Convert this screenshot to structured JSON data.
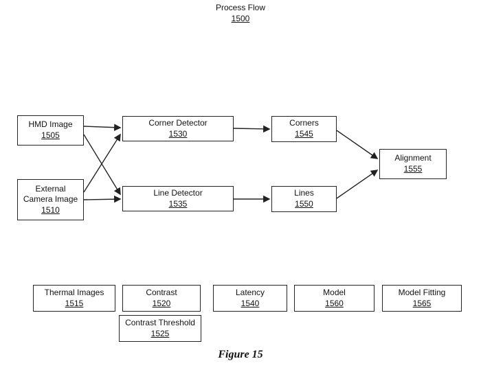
{
  "title": {
    "label": "Process Flow",
    "ref": "1500"
  },
  "nodes": {
    "hmd_image": {
      "label": "HMD Image",
      "ref": "1505"
    },
    "external_camera_image": {
      "label": "External Camera Image",
      "ref": "1510"
    },
    "corner_detector": {
      "label": "Corner Detector",
      "ref": "1530"
    },
    "line_detector": {
      "label": "Line Detector",
      "ref": "1535"
    },
    "corners": {
      "label": "Corners",
      "ref": "1545"
    },
    "lines": {
      "label": "Lines",
      "ref": "1550"
    },
    "alignment": {
      "label": "Alignment",
      "ref": "1555"
    },
    "thermal_images": {
      "label": "Thermal Images",
      "ref": "1515"
    },
    "contrast": {
      "label": "Contrast",
      "ref": "1520"
    },
    "latency": {
      "label": "Latency",
      "ref": "1540"
    },
    "model": {
      "label": "Model",
      "ref": "1560"
    },
    "model_fitting": {
      "label": "Model Fitting",
      "ref": "1565"
    },
    "contrast_threshold": {
      "label": "Contrast Threshold",
      "ref": "1525"
    }
  },
  "caption": "Figure 15",
  "colors": {
    "line": "#222222",
    "text": "#111111",
    "background": "#ffffff"
  }
}
